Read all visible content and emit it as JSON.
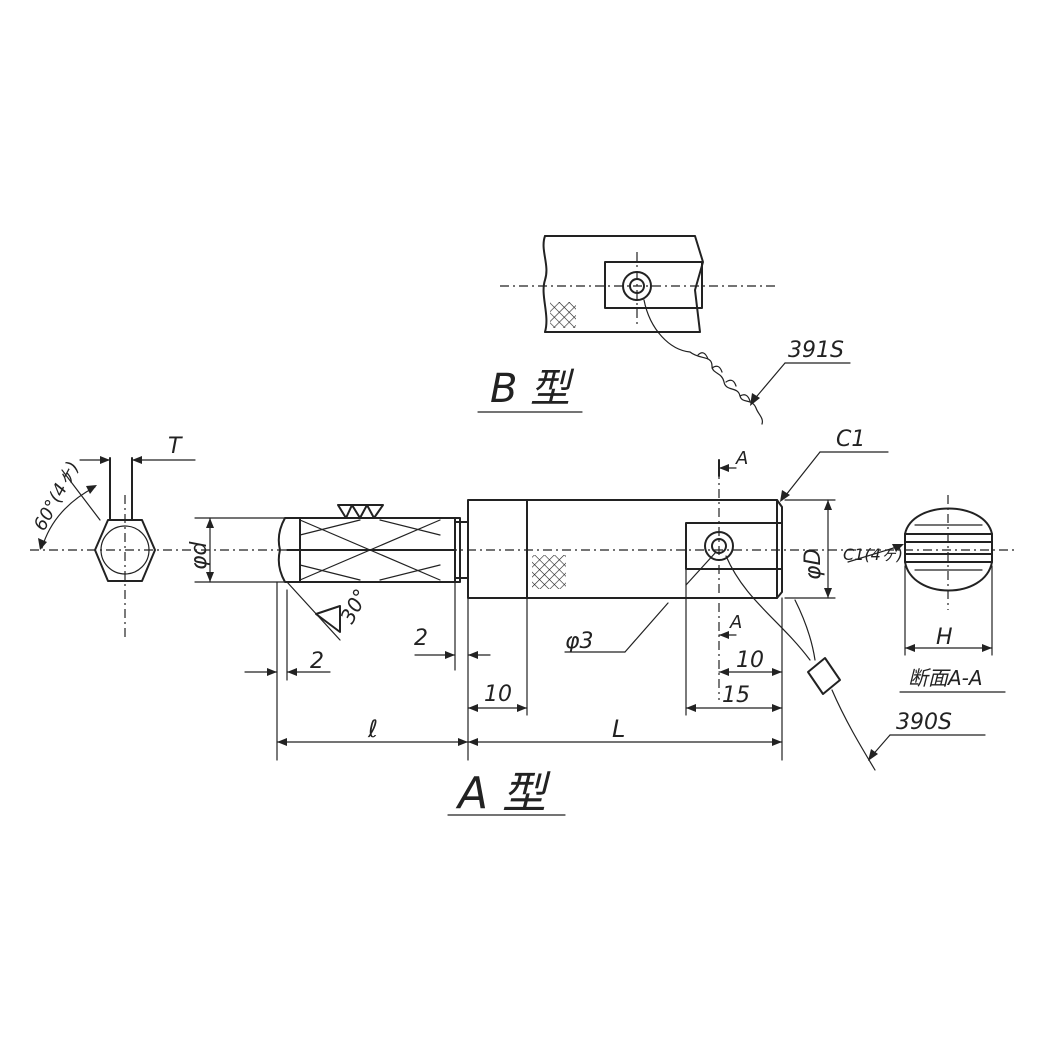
{
  "labels": {
    "type_b": "B 型",
    "type_a": "A 型",
    "part_391s": "391S",
    "part_390s": "390S",
    "chamfer_c1": "C1",
    "chamfer_c1_wide": "C1(4ヶ)",
    "angle_60": "60°(4ヶ)",
    "angle_30": "30°",
    "dim_t": "T",
    "dim_phi_d_small": "φd",
    "dim_phi_d_large": "φD",
    "dim_phi_3": "φ3",
    "dim_2_left": "2",
    "dim_2_mid": "2",
    "dim_10_left": "10",
    "dim_10_right": "10",
    "dim_15": "15",
    "dim_l_small": "ℓ",
    "dim_l_large": "L",
    "dim_h": "H",
    "section_marker_top": "A",
    "section_marker_bottom": "A",
    "section_title": "断面A-A"
  }
}
